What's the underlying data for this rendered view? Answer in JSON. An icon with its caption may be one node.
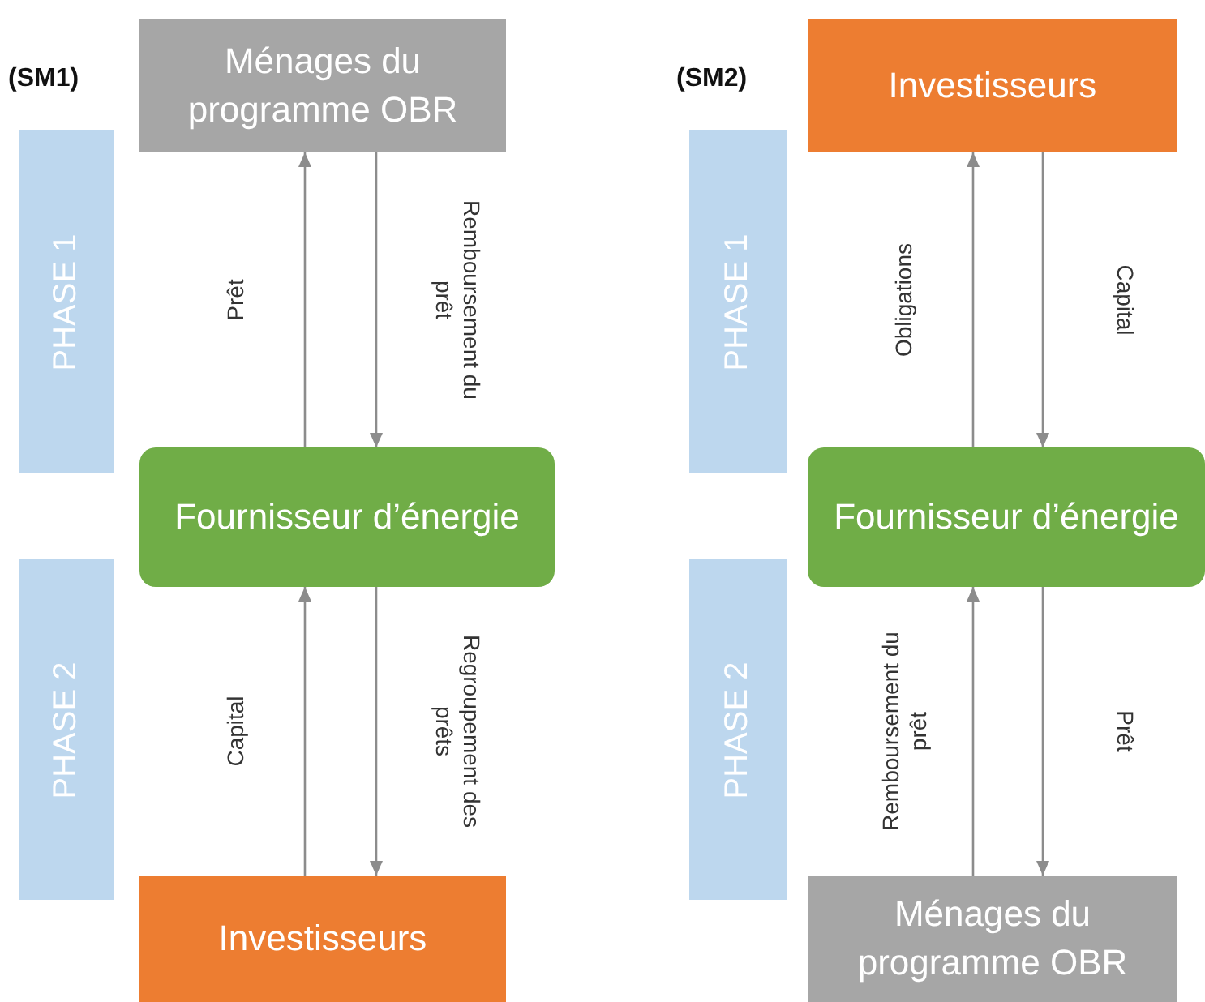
{
  "diagram": {
    "nodes": [
      {
        "text": [
          "Ménages du programme OBR"
        ]
      },
      {
        "text": [
          "PHASE 1"
        ]
      },
      {
        "text": [
          "Fournisseur d’énergie"
        ]
      },
      {
        "text": [
          "PHASE 2"
        ]
      },
      {
        "text": [
          "Investisseurs"
        ]
      },
      {
        "text": [
          "Investisseurs"
        ]
      },
      {
        "text": [
          "PHASE 1"
        ]
      },
      {
        "text": [
          "Fournisseur d’énergie"
        ]
      },
      {
        "text": [
          "PHASE 2"
        ]
      },
      {
        "text": [
          "Ménages du programme OBR"
        ]
      }
    ],
    "edges": [
      {
        "from": 2,
        "to": 0,
        "arrow": "to",
        "label": "Prêt"
      },
      {
        "from": 0,
        "to": 2,
        "arrow": "to",
        "label": "Remboursement du prêt"
      },
      {
        "from": 4,
        "to": 2,
        "arrow": "to",
        "label": "Capital"
      },
      {
        "from": 2,
        "to": 4,
        "arrow": "to",
        "label": "Regroupement des prêts"
      },
      {
        "from": 7,
        "to": 5,
        "arrow": "to",
        "label": "Obligations"
      },
      {
        "from": 5,
        "to": 7,
        "arrow": "to",
        "label": "Capital"
      },
      {
        "from": 9,
        "to": 7,
        "arrow": "to",
        "label": "Remboursement du prêt"
      },
      {
        "from": 7,
        "to": 9,
        "arrow": "to",
        "label": "Prêt"
      }
    ],
    "labels": [
      "(SM1)",
      "(SM2)"
    ]
  }
}
